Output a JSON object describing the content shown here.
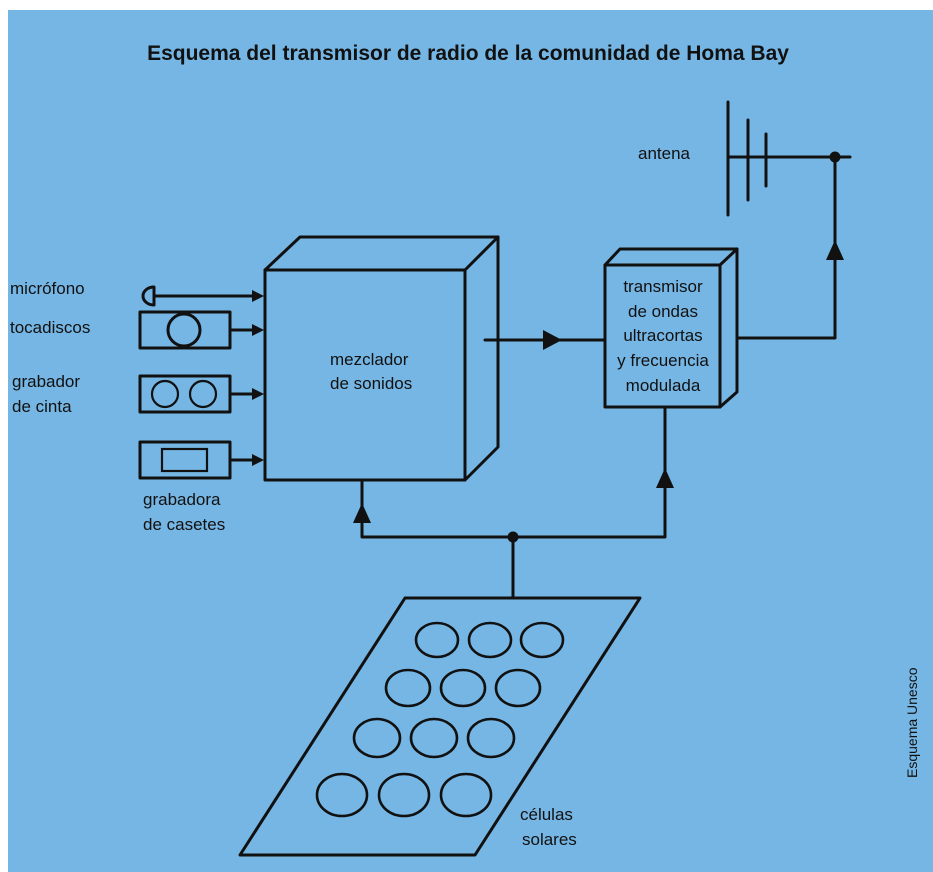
{
  "title": "Esquema del transmisor de radio de la comunidad de Homa Bay",
  "colors": {
    "background": "#76b6e4",
    "ink": "#111111"
  },
  "labels": {
    "antena": "antena",
    "microfono": "micrófono",
    "tocadiscos": "tocadiscos",
    "grabador_1": "grabador",
    "grabador_2": "de cinta",
    "grabadora_1": "grabadora",
    "grabadora_2": "de casetes",
    "mezclador_1": "mezclador",
    "mezclador_2": "de sonidos",
    "transmisor_1": "transmisor",
    "transmisor_2": "de ondas",
    "transmisor_3": "ultracortas",
    "transmisor_4": "y frecuencia",
    "transmisor_5": "modulada",
    "celulas_1": "células",
    "celulas_2": "solares"
  },
  "credit": "Esquema Unesco"
}
